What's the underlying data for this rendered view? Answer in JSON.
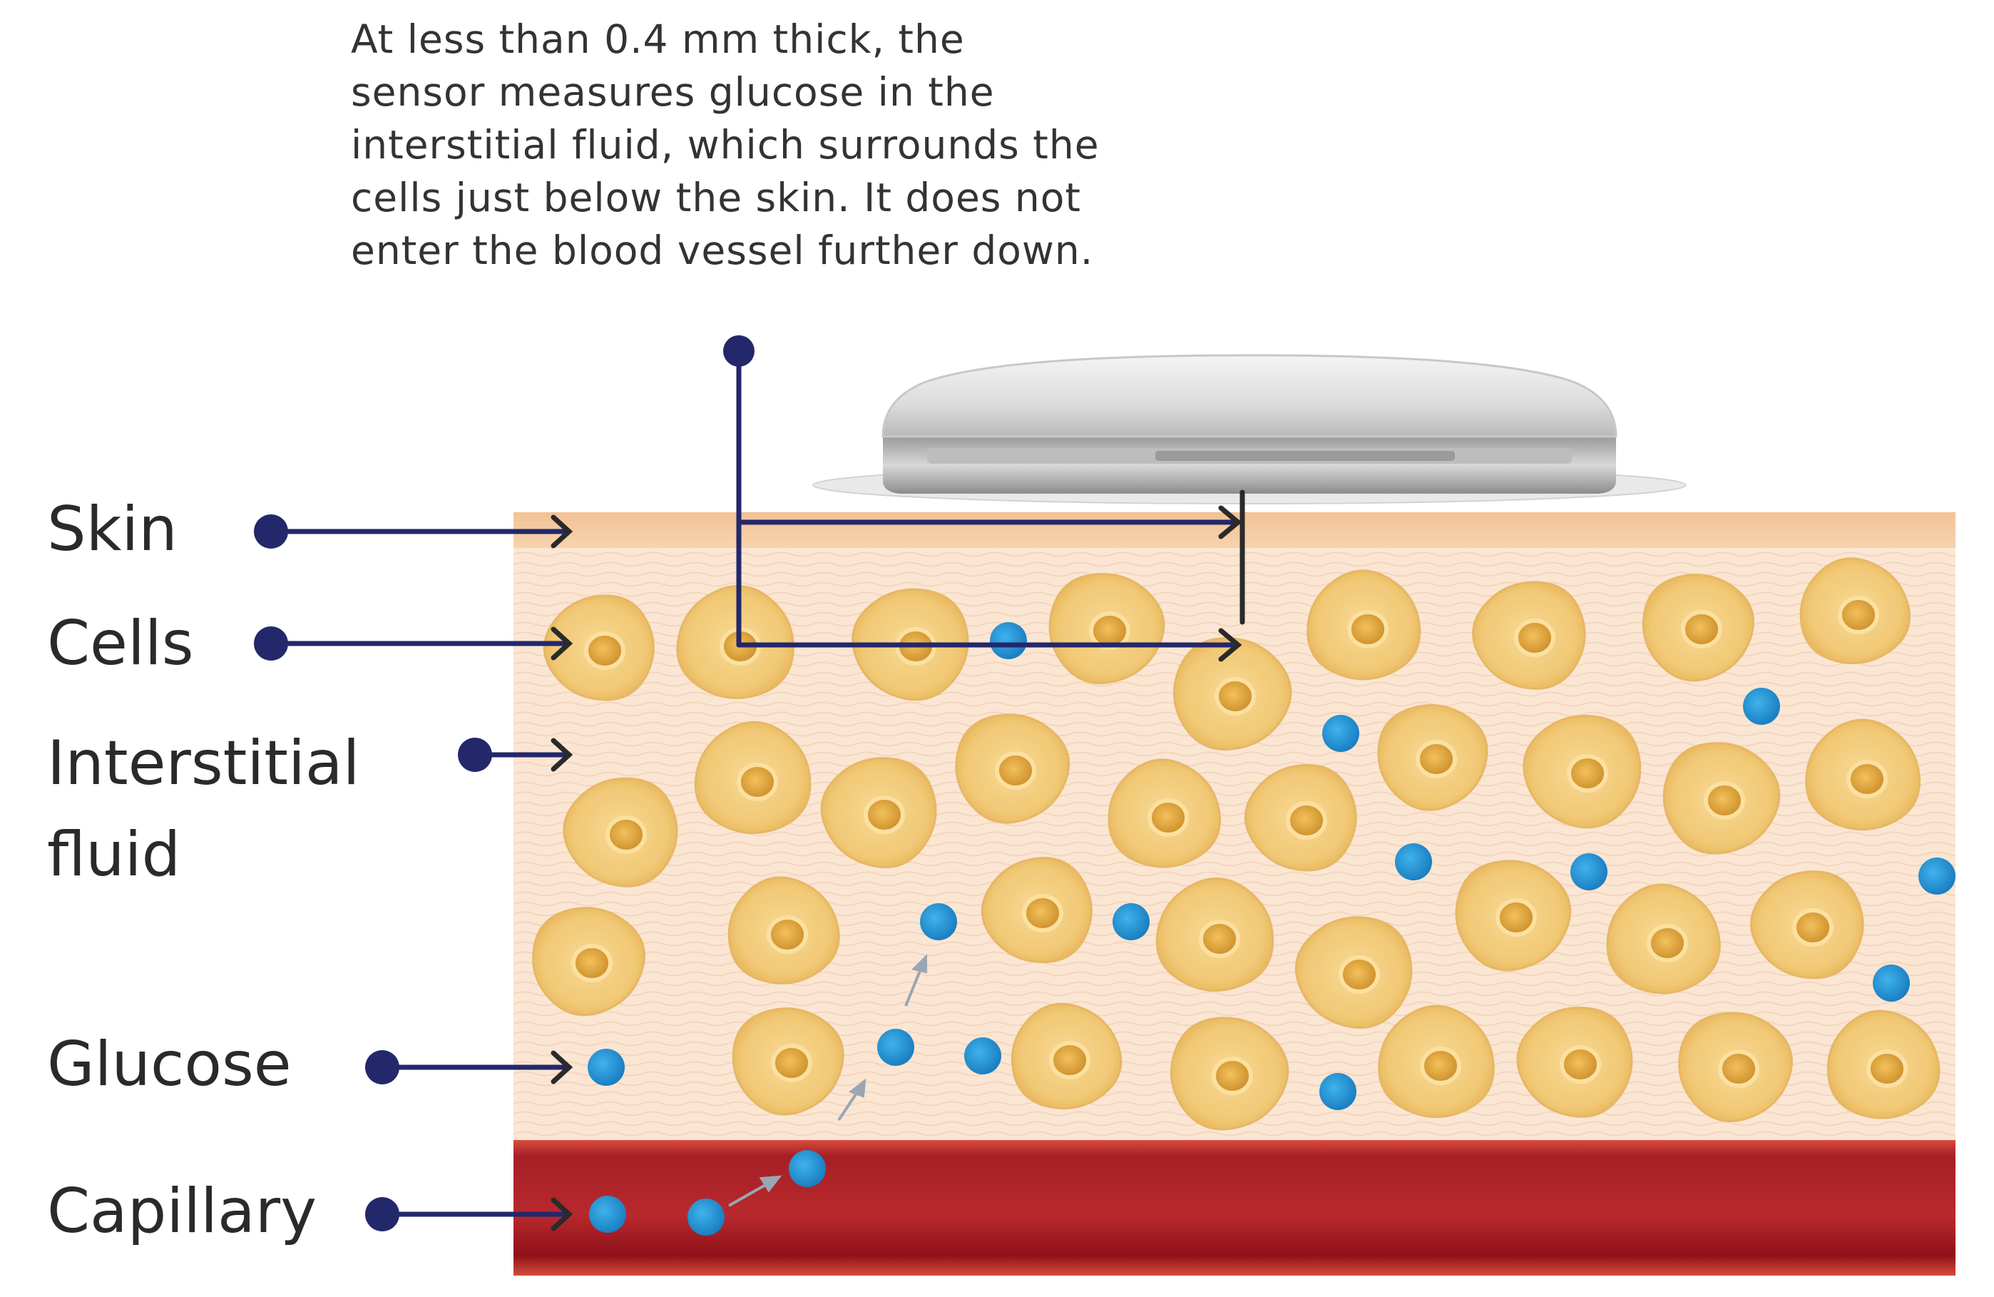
{
  "caption": {
    "lines": [
      "At less than 0.4 mm thick, the",
      "sensor measures glucose in the",
      "interstitial fluid, which surrounds the",
      "cells just below the skin. It does not",
      "enter the blood vessel further down."
    ]
  },
  "labels": {
    "skin": "Skin",
    "cells": "Cells",
    "interstitial_1": "Interstitial",
    "interstitial_2": "fluid",
    "glucose": "Glucose",
    "capillary": "Capillary"
  },
  "colors": {
    "skin_band": "#f4caa0",
    "tissue": "#fbe6d2",
    "cell_fill": "#f2cc7a",
    "cell_nucleus": "#e2a63c",
    "glucose": "#2b95d6",
    "capillary": "#b3262b",
    "pointer": "#23286b",
    "arrow": "#2a2a2a"
  },
  "icons": {
    "sensor": "glucose-sensor-device",
    "pointer_dot": "navy-dot",
    "glucose_molecule": "blue-dot"
  }
}
